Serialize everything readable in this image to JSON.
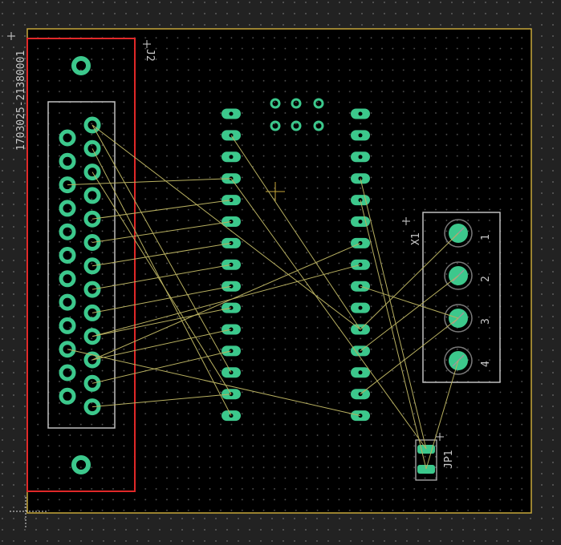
{
  "editor": {
    "background_color": "#000000",
    "outer_color": "#222222",
    "grid_dot_color": "#6e6e6e",
    "board_outline_color": "#c8a83a",
    "silkscreen_color": "#c8c8c8",
    "airwire_color": "#b8b060",
    "pad_color": "#3cc88c",
    "keepout_color": "#e02828"
  },
  "components": {
    "dsub": {
      "name": "J2",
      "value": "1703025-21380001"
    },
    "header": {
      "name": "X1",
      "pin_labels": [
        "1",
        "2",
        "3",
        "4"
      ]
    },
    "jumper": {
      "name": "JP1"
    }
  }
}
